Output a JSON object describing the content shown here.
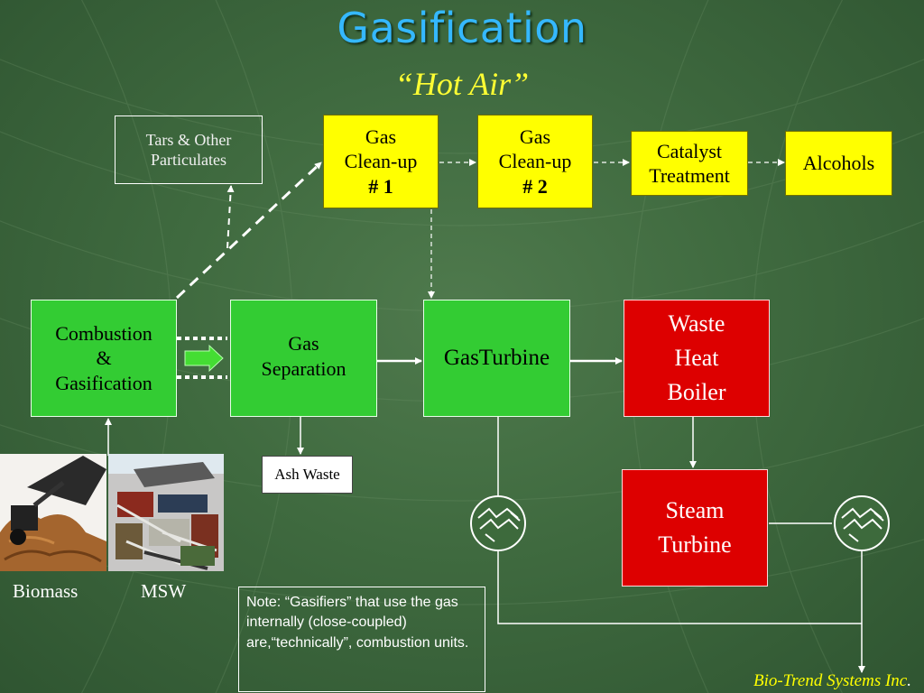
{
  "title": "Gasification",
  "subtitle": "“Hot Air”",
  "boxes": {
    "tars": [
      "Tars & Other",
      "Particulates"
    ],
    "cleanup1": [
      "Gas",
      "Clean-up",
      "# 1"
    ],
    "cleanup2": [
      "Gas",
      "Clean-up",
      "# 2"
    ],
    "catalyst": [
      "Catalyst",
      "Treatment"
    ],
    "alcohols": "Alcohols",
    "combustion": [
      "Combustion",
      "&",
      "Gasification"
    ],
    "gas_separation": [
      "Gas",
      "Separation"
    ],
    "gas_turbine": "GasTurbine",
    "waste_heat_boiler": [
      "Waste",
      "Heat",
      "Boiler"
    ],
    "steam_turbine": [
      "Steam",
      "Turbine"
    ],
    "ash_waste": "Ash Waste"
  },
  "labels": {
    "biomass": "Biomass",
    "msw": "MSW"
  },
  "note": "Note: “Gasifiers” that use the gas internally (close-coupled) are,“technically”, combustion units.",
  "footer": {
    "company": "Bio-Trend Systems Inc",
    "period": "."
  },
  "colors": {
    "title": "#35b8ff",
    "subtitle": "#ffff33",
    "cleanup_boxes": "#ffff00",
    "process_boxes": "#33cc33",
    "boiler_boxes": "#dd0000"
  },
  "icons": [
    "generator-icon",
    "generator-icon"
  ]
}
